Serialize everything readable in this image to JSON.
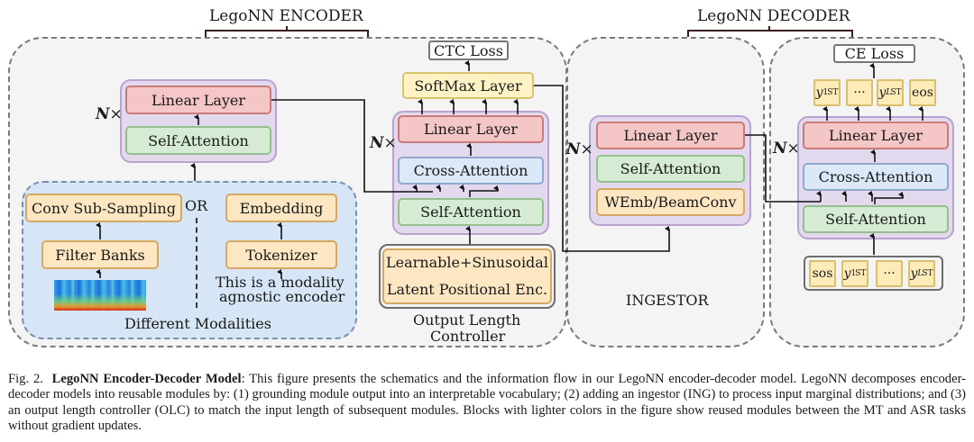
{
  "encoder": {
    "title": "LegoNN ENCODER",
    "n_times": "N",
    "times": "×",
    "left_stack": {
      "linear": "Linear Layer",
      "self_attention": "Self-Attention"
    },
    "modalities": {
      "label": "Different Modalities",
      "or": "OR",
      "speech": {
        "conv": "Conv Sub-Sampling",
        "filter": "Filter Banks",
        "input_icon": "spectrogram-image"
      },
      "text": {
        "embedding": "Embedding",
        "tokenizer": "Tokenizer",
        "note_line1": "This is a modality",
        "note_line2": "agnostic encoder"
      }
    },
    "right_stack": {
      "loss": "CTC Loss",
      "softmax": "SoftMax Layer",
      "linear": "Linear Layer",
      "cross_attention": "Cross-Attention",
      "self_attention": "Self-Attention"
    },
    "olc": {
      "line1": "Learnable+Sinusoidal",
      "line2": "Latent Positional Enc.",
      "label_line1": "Output Length",
      "label_line2": "Controller"
    }
  },
  "ingestor": {
    "label": "INGESTOR",
    "linear": "Linear Layer",
    "self_attention": "Self-Attention",
    "wemb": "WEmb/BeamConv"
  },
  "decoder": {
    "title": "LegoNN DECODER",
    "loss": "CE Loss",
    "outputs": {
      "y1": "y",
      "y1_sub": "1",
      "dots": "···",
      "yL": "y",
      "yL_sub": "L",
      "sup": "ST",
      "eos": "eos"
    },
    "linear": "Linear Layer",
    "cross_attention": "Cross-Attention",
    "self_attention": "Self-Attention",
    "inputs": {
      "sos": "sos",
      "y1": "y",
      "y1_sub": "1",
      "dots": "···",
      "yL": "y",
      "yL_sub": "L",
      "sup": "ST"
    }
  },
  "caption": {
    "prefix": "Fig. 2.",
    "bold": "LegoNN Encoder-Decoder Model",
    "text": ": This figure presents the schematics and the information flow in our LegoNN encoder-decoder model. LegoNN decomposes encoder-decoder models into reusable modules by: (1) grounding module output into an interpretable vocabulary; (2) adding an ingestor (ING) to process input marginal distributions; and (3) an output length controller (OLC) to match the input length of subsequent modules. Blocks with lighter colors in the figure show reused modules between the MT and ASR tasks without gradient updates."
  },
  "colors": {
    "linear": "#f5c6c6",
    "self_attention": "#d5ebd3",
    "cross_attention": "#dbe8f8",
    "input_block": "#fde7c2",
    "softmax": "#fff3c6",
    "stack_group": "#e3d9ee",
    "modalities_bg": "#d7e6f6",
    "region_bg": "#f4f4f5"
  }
}
